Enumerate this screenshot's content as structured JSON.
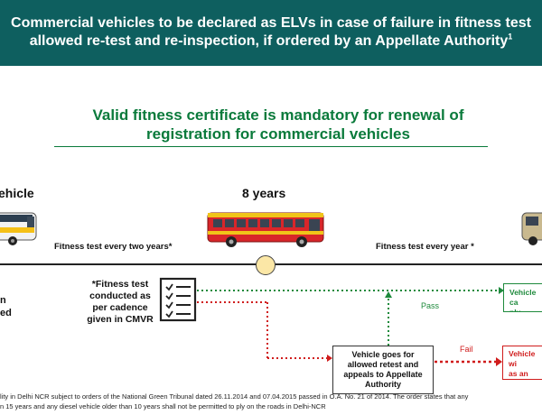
{
  "header": {
    "line1": "Commercial vehicles to be declared as ELVs in case of failure in fitness test",
    "line2": "allowed re-test and re-inspection, if ordered by an Appellate Authority",
    "footnote_marker": "1"
  },
  "subtitle": {
    "line1": "Valid fitness certificate is mandatory for renewal of",
    "line2": "registration for commercial vehicles"
  },
  "timeline": {
    "left_title": "ehicle",
    "middle_title": "8 years",
    "left_interval": "Fitness test every two years*",
    "right_interval": "Fitness test every year *",
    "left_edge_lines": [
      "n",
      "ed"
    ]
  },
  "process": {
    "note": "*Fitness test conducted as per cadence given in CMVR",
    "appeal_box": "Vehicle goes for allowed retest and appeals to Appellate Authority",
    "pass_label": "Pass",
    "fail_label": "Fail",
    "pass_box": "Vehicle ca\nply",
    "fail_box": "Vehicle wi\nas an ELV\neligible f"
  },
  "footnote": {
    "line1": "lity in Delhi NCR subject to orders of the National Green Tribunal dated 26.11.2014 and 07.04.2015 passed in O.A. No. 21 of 2014. The order states that any",
    "line2": "n 15 years and any diesel vehicle older than 10 years shall not be permitted to ply on the roads in Delhi-NCR"
  },
  "colors": {
    "header_bg": "#0e5f5f",
    "subtitle": "#0a7a3b",
    "pass": "#1e8a3c",
    "fail": "#d01c1c",
    "bus_body": "#d8262a",
    "milestone": "#fbe7a6"
  }
}
